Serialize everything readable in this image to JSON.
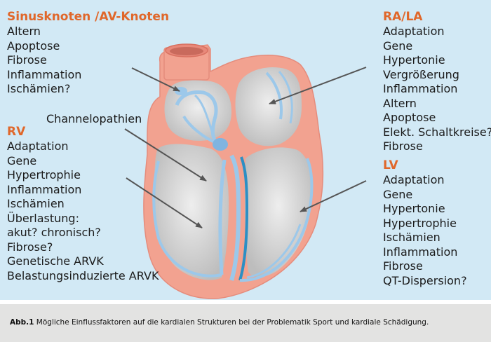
{
  "sinus": {
    "heading": "Sinusknoten /AV-Knoten",
    "items": [
      "Altern",
      "Apoptose",
      "Fibrose",
      "Inflammation",
      "Ischämien?"
    ]
  },
  "channel_label": "Channelopathien",
  "rv": {
    "heading": "RV",
    "items": [
      "Adaptation",
      "Gene",
      "Hypertrophie",
      "Inflammation",
      "Ischämien",
      "Überlastung:",
      "akut? chronisch?",
      "Fibrose?",
      "Genetische ARVK",
      "Belastungsinduzierte ARVK"
    ]
  },
  "rala": {
    "heading": "RA/LA",
    "items": [
      "Adaptation",
      "Gene",
      "Hypertonie",
      "Vergrößerung",
      "Inflammation",
      "Altern",
      "Apoptose",
      "Elekt. Schaltkreise?",
      "Fibrose"
    ]
  },
  "lv": {
    "heading": "LV",
    "items": [
      "Adaptation",
      "Gene",
      "Hypertonie",
      "Hypertrophie",
      "Ischämien",
      "Inflammation",
      "Fibrose",
      "QT-Dispersion?"
    ]
  },
  "caption": {
    "label": "Abb.1",
    "text": " Mögliche Einflussfaktoren auf die kardialen Strukturen bei der Problematik Sport und kardiale Schädigung."
  },
  "colors": {
    "panel": "#d2e9f5",
    "heading": "#e0672a",
    "muscle": "#f2a290",
    "chamber": "#cfcfcf",
    "conduction": "#9cc8ea",
    "caption_bar": "#e3e3e2"
  }
}
